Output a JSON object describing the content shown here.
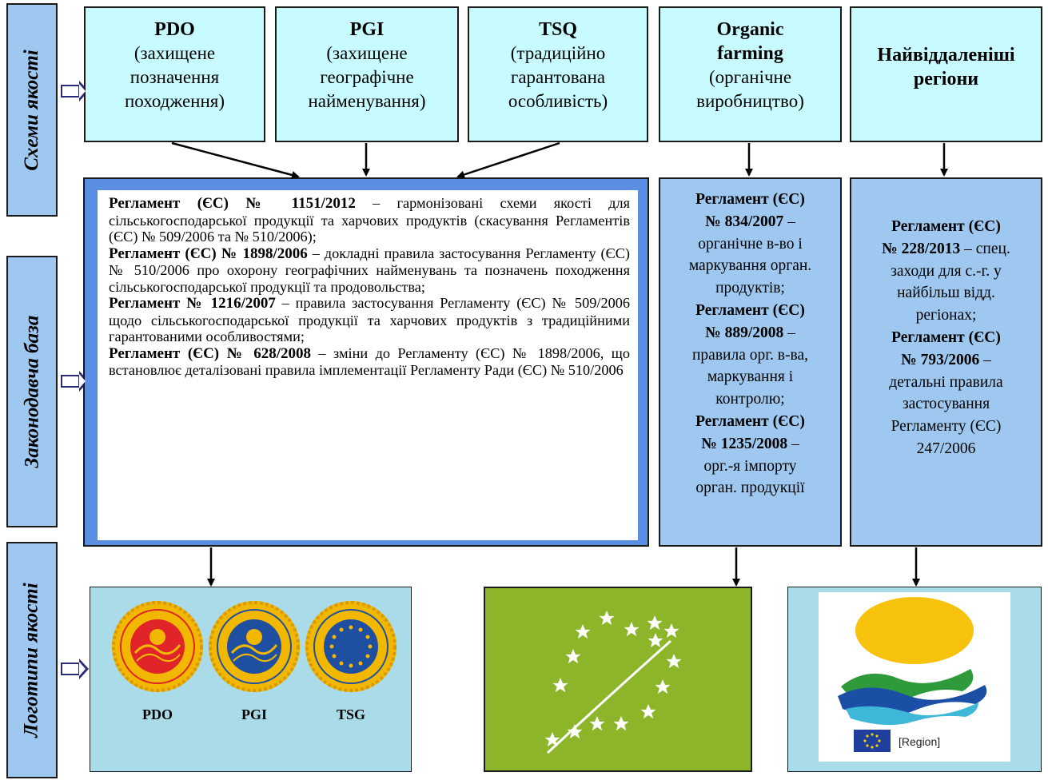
{
  "side_labels": {
    "schemes": "Схеми якості",
    "law": "Законодавча база",
    "logos": "Логотипи якості"
  },
  "schemes": [
    {
      "title": "PDO",
      "sub": [
        "(захищене",
        "позначення",
        "походження)"
      ]
    },
    {
      "title": "PGI",
      "sub": [
        "(захищене",
        "географічне",
        "найменування)"
      ]
    },
    {
      "title": "TSQ",
      "sub": [
        "(традиційно",
        "гарантована",
        "особливість)"
      ]
    },
    {
      "title": "Organic farming",
      "title_lines": [
        "Organic",
        "farming"
      ],
      "sub": [
        "(органічне",
        "виробництво)"
      ]
    },
    {
      "title": "Найвіддаленіші регіони",
      "title_lines": [
        "Найвіддаленіші",
        "регіони"
      ],
      "sub": []
    }
  ],
  "law_main": [
    {
      "reg": "Регламент (ЄС) № 1151/2012",
      "text": " – гармонізовані схеми якості для сільськогосподарської продукції та харчових продуктів (скасування Регламентів (ЄС) № 509/2006 та № 510/2006);"
    },
    {
      "reg": "Регламент (ЄС) № 1898/2006",
      "text": " – докладні правила застосування Регламенту (ЄС) № 510/2006 про охорону географічних найменувань та позначень походження сільськогосподарської продукції та продовольства;"
    },
    {
      "reg": "Регламент № 1216/2007",
      "text": " – правила застосування Регламенту (ЄС) № 509/2006 щодо сільськогосподарської продукції та харчових продуктів з традиційними гарантованими особливостями;"
    },
    {
      "reg": "Регламент (ЄС) № 628/2008",
      "text": " – зміни до Регламенту (ЄС) № 1898/2006, що встановлює деталізовані правила імплементації Регламенту Ради (ЄС) № 510/2006"
    }
  ],
  "law_organic": [
    {
      "reg1": "Регламент (ЄС)",
      "reg2": "№ 834/2007",
      "text": [
        "органічне в-во і",
        "маркування орган.",
        "продуктів;"
      ]
    },
    {
      "reg1": "Регламент (ЄС)",
      "reg2": "№ 889/2008",
      "text": [
        "правила орг. в-ва,",
        "маркування і",
        "контролю;"
      ]
    },
    {
      "reg1": "Регламент (ЄС)",
      "reg2": "№ 1235/2008",
      "text": [
        "орг.-я імпорту",
        "орган. продукції"
      ]
    }
  ],
  "law_regions": [
    {
      "reg1": "Регламент (ЄС)",
      "reg2": "№ 228/2013",
      "text": [
        "спец.",
        "заходи для с.-г. у",
        "найбільш відд.",
        "регіонах;"
      ]
    },
    {
      "reg1": "Регламент (ЄС)",
      "reg2": "№ 793/2006",
      "text": [
        "детальні правила",
        "застосування",
        "Регламенту (ЄС)",
        "247/2006"
      ]
    }
  ],
  "logo_labels": [
    "PDO",
    "PGI",
    "TSG"
  ],
  "region_flag_label": "[Region]",
  "colors": {
    "scheme_fill": "#c7fbff",
    "law_fill": "#5b8ee0",
    "side_fill": "#9fc8f0",
    "logos_fill": "#a9dce8",
    "organic_green": "#8cb52a",
    "pdo_red": "#e0242a",
    "pgi_blue": "#1f4fa0",
    "seal_gold": "#f2b800"
  }
}
